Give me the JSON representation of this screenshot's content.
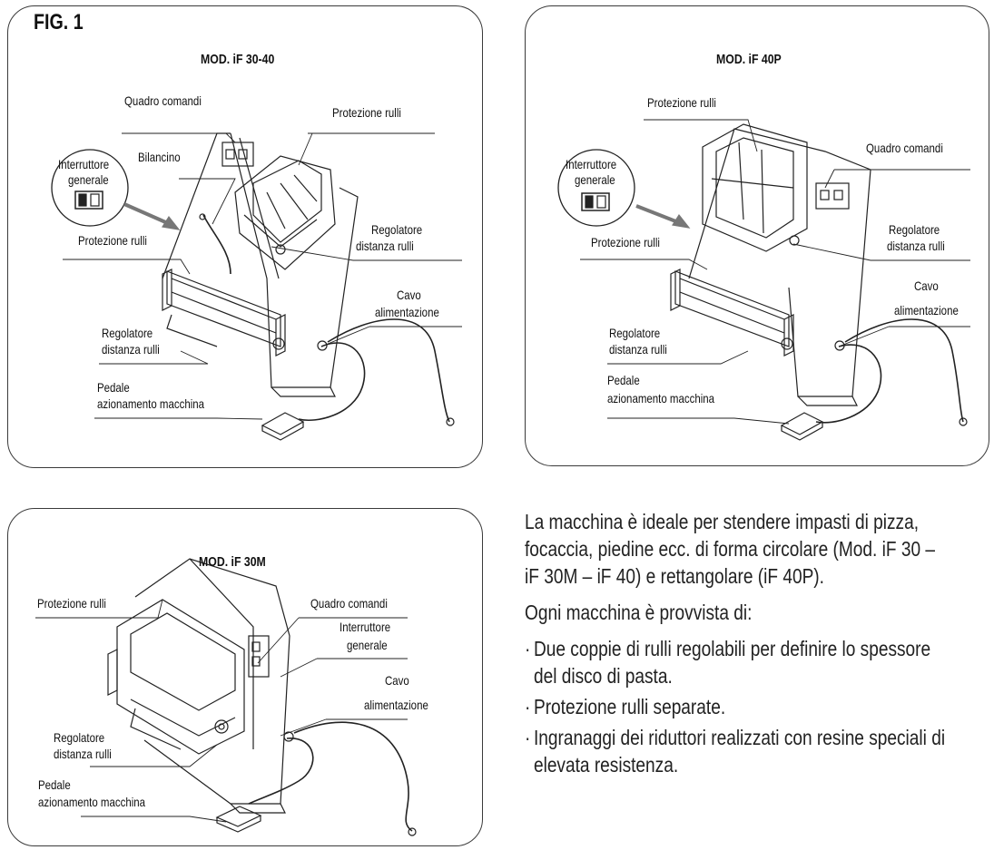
{
  "figure_label": "FIG. 1",
  "panels": {
    "p1": {
      "model": "MOD. iF 30-40",
      "labels": {
        "quadro": "Quadro comandi",
        "protezione_top": "Protezione rulli",
        "interruttore_1": "Interruttore",
        "interruttore_2": "generale",
        "bilancino": "Bilancino",
        "regolatore_top_1": "Regolatore",
        "regolatore_top_2": "distanza rulli",
        "protezione_left": "Protezione rulli",
        "cavo_1": "Cavo",
        "cavo_2": "alimentazione",
        "regolatore_bot_1": "Regolatore",
        "regolatore_bot_2": "distanza rulli",
        "pedale_1": "Pedale",
        "pedale_2": "azionamento macchina"
      }
    },
    "p2": {
      "model": "MOD. iF 40P",
      "labels": {
        "protezione_top": "Protezione rulli",
        "interruttore_1": "Interruttore",
        "interruttore_2": "generale",
        "quadro": "Quadro comandi",
        "regolatore_top_1": "Regolatore",
        "regolatore_top_2": "distanza rulli",
        "protezione_left": "Protezione rulli",
        "cavo_1": "Cavo",
        "cavo_2": "alimentazione",
        "regolatore_bot_1": "Regolatore",
        "regolatore_bot_2": "distanza rulli",
        "pedale_1": "Pedale",
        "pedale_2": "azionamento macchina"
      }
    },
    "p3": {
      "model": "MOD. iF 30M",
      "labels": {
        "protezione": "Protezione rulli",
        "quadro": "Quadro comandi",
        "interruttore_1": "Interruttore",
        "interruttore_2": "generale",
        "cavo_1": "Cavo",
        "cavo_2": "alimentazione",
        "regolatore_1": "Regolatore",
        "regolatore_2": "distanza rulli",
        "pedale_1": "Pedale",
        "pedale_2": "azionamento macchina"
      }
    }
  },
  "description": {
    "intro": "La macchina è ideale per stendere impasti di pizza, focaccia, piedine ecc. di forma circolare (Mod. iF 30 – iF 30M – iF 40) e rettangolare (iF 40P).",
    "provided": "Ogni macchina è provvista di:",
    "bullet_char": "·",
    "features": [
      "Due coppie di rulli regolabili per definire lo spessore del disco di pasta.",
      "Protezione rulli separate.",
      "Ingranaggi dei riduttori realizzati con resine speciali di elevata resistenza."
    ]
  }
}
